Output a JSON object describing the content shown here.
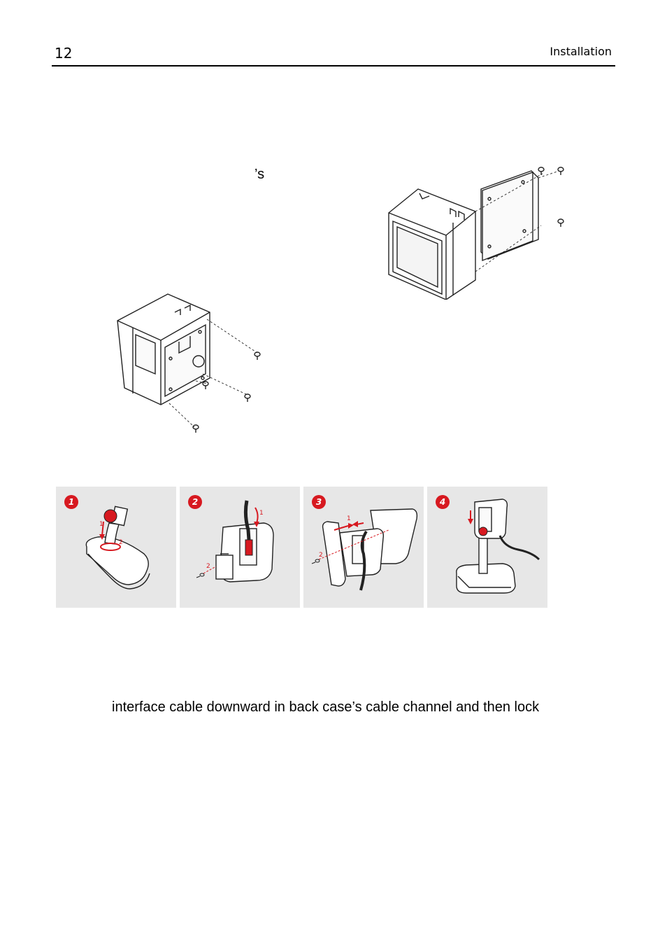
{
  "header": {
    "page_number": "12",
    "section_title": "Installation"
  },
  "text_fragments": {
    "fragment_possessive": "’s",
    "fragment_instruction_line": "interface cable downward in back case’s cable channel and then lock"
  },
  "figures": {
    "wall_mount_plate": {
      "icon": "scanner-wall-plate-illustration"
    },
    "back_screws": {
      "icon": "scanner-back-screws-illustration"
    }
  },
  "steps": [
    {
      "badge": "1",
      "icon": "stand-assembly-step-1",
      "labels": [
        "1",
        "2"
      ]
    },
    {
      "badge": "2",
      "icon": "cable-insertion-step-2",
      "labels": [
        "1",
        "2"
      ]
    },
    {
      "badge": "3",
      "icon": "case-closing-step-3",
      "labels": [
        "1",
        "2"
      ]
    },
    {
      "badge": "4",
      "icon": "mounted-scanner-step-4",
      "labels": []
    }
  ],
  "colors": {
    "accent": "#d71920",
    "panel_bg": "#e7e7e7",
    "line": "#222222"
  }
}
